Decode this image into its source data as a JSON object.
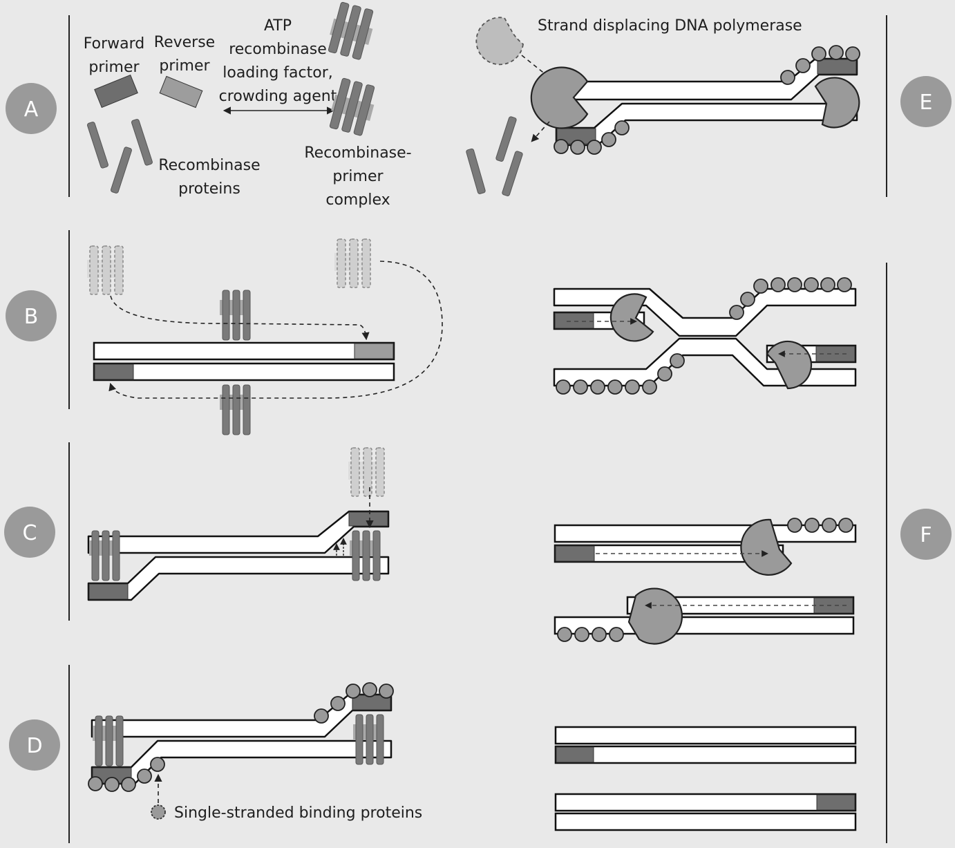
{
  "panels": [
    "A",
    "B",
    "C",
    "D",
    "E",
    "F"
  ],
  "labels": {
    "forward_primer_1": "Forward",
    "forward_primer_2": "primer",
    "reverse_primer_1": "Reverse",
    "reverse_primer_2": "primer",
    "atp_1": "ATP",
    "atp_2": "recombinase",
    "atp_3": "loading factor,",
    "atp_4": "crowding agent",
    "recombinase_1": "Recombinase",
    "recombinase_2": "proteins",
    "complex_1": "Recombinase-",
    "complex_2": "primer",
    "complex_3": "complex",
    "polymerase": "Strand displacing DNA polymerase",
    "ssb": "Single-stranded binding proteins"
  },
  "colors": {
    "background": "#e9e9e9",
    "badge": "#9a9a9a",
    "protein_dark": "#7a7a7a",
    "primer_dark": "#6e6e6e",
    "primer_light": "#9d9d9d"
  }
}
